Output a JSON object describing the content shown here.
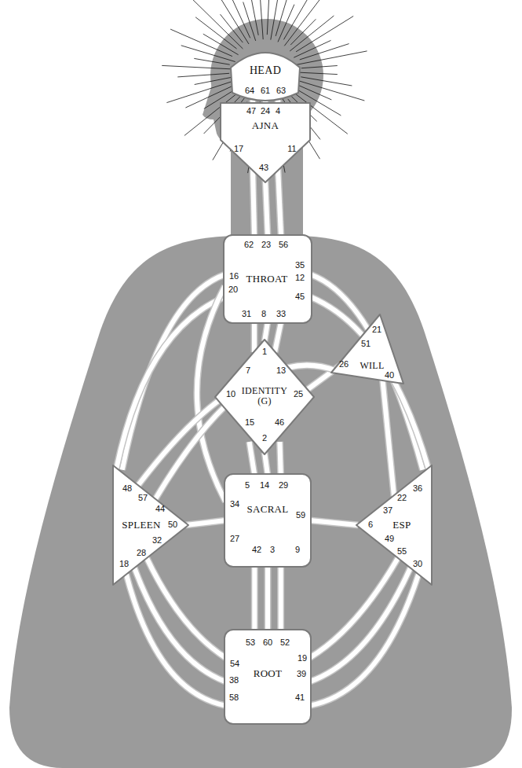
{
  "diagram": {
    "nodes": [
      {
        "text": [
          "HEAD",
          "64",
          "61",
          "63"
        ]
      },
      {
        "text": [
          "47",
          "24",
          "4",
          "AJNA",
          "17",
          "11",
          "43"
        ]
      },
      {
        "text": [
          "62",
          "23",
          "56",
          "35",
          "16",
          "THROAT",
          "12",
          "20",
          "45",
          "31",
          "8",
          "33"
        ]
      },
      {
        "text": [
          "1",
          "7",
          "13",
          "IDENTITY (G)",
          "10",
          "25",
          "15",
          "46",
          "2"
        ]
      },
      {
        "text": [
          "21",
          "51",
          "26",
          "WILL",
          "40"
        ]
      },
      {
        "text": [
          "48",
          "57",
          "44",
          "SPLEEN",
          "50",
          "32",
          "28",
          "18"
        ]
      },
      {
        "text": [
          "5",
          "14",
          "29",
          "34",
          "SACRAL",
          "59",
          "27",
          "42",
          "3",
          "9"
        ]
      },
      {
        "text": [
          "22",
          "36",
          "37",
          "6",
          "ESP",
          "49",
          "55",
          "30"
        ]
      },
      {
        "text": [
          "53",
          "60",
          "52",
          "19",
          "54",
          "ROOT",
          "39",
          "38",
          "58",
          "41"
        ]
      }
    ],
    "edges": [
      {
        "from": 0,
        "to": 1,
        "arrow": "none"
      },
      {
        "from": 0,
        "to": 1,
        "arrow": "none"
      },
      {
        "from": 0,
        "to": 1,
        "arrow": "none"
      },
      {
        "from": 1,
        "to": 2,
        "arrow": "none"
      },
      {
        "from": 1,
        "to": 2,
        "arrow": "none"
      },
      {
        "from": 1,
        "to": 2,
        "arrow": "none"
      },
      {
        "from": 2,
        "to": 3,
        "arrow": "none"
      },
      {
        "from": 2,
        "to": 3,
        "arrow": "none"
      },
      {
        "from": 2,
        "to": 3,
        "arrow": "none"
      },
      {
        "from": 2,
        "to": 5,
        "arrow": "none"
      },
      {
        "from": 2,
        "to": 5,
        "arrow": "none"
      },
      {
        "from": 2,
        "to": 6,
        "arrow": "none"
      },
      {
        "from": 2,
        "to": 7,
        "arrow": "none"
      },
      {
        "from": 2,
        "to": 7,
        "arrow": "none"
      },
      {
        "from": 3,
        "to": 4,
        "arrow": "none"
      },
      {
        "from": 3,
        "to": 5,
        "arrow": "none"
      },
      {
        "from": 3,
        "to": 6,
        "arrow": "none"
      },
      {
        "from": 3,
        "to": 6,
        "arrow": "none"
      },
      {
        "from": 3,
        "to": 6,
        "arrow": "none"
      },
      {
        "from": 4,
        "to": 7,
        "arrow": "none"
      },
      {
        "from": 5,
        "to": 4,
        "arrow": "none"
      },
      {
        "from": 5,
        "to": 6,
        "arrow": "none"
      },
      {
        "from": 6,
        "to": 7,
        "arrow": "none"
      },
      {
        "from": 6,
        "to": 8,
        "arrow": "none"
      },
      {
        "from": 6,
        "to": 8,
        "arrow": "none"
      },
      {
        "from": 6,
        "to": 8,
        "arrow": "none"
      },
      {
        "from": 5,
        "to": 8,
        "arrow": "none"
      },
      {
        "from": 5,
        "to": 8,
        "arrow": "none"
      },
      {
        "from": 5,
        "to": 8,
        "arrow": "none"
      },
      {
        "from": 7,
        "to": 8,
        "arrow": "none"
      },
      {
        "from": 7,
        "to": 8,
        "arrow": "none"
      },
      {
        "from": 7,
        "to": 8,
        "arrow": "none"
      }
    ]
  }
}
